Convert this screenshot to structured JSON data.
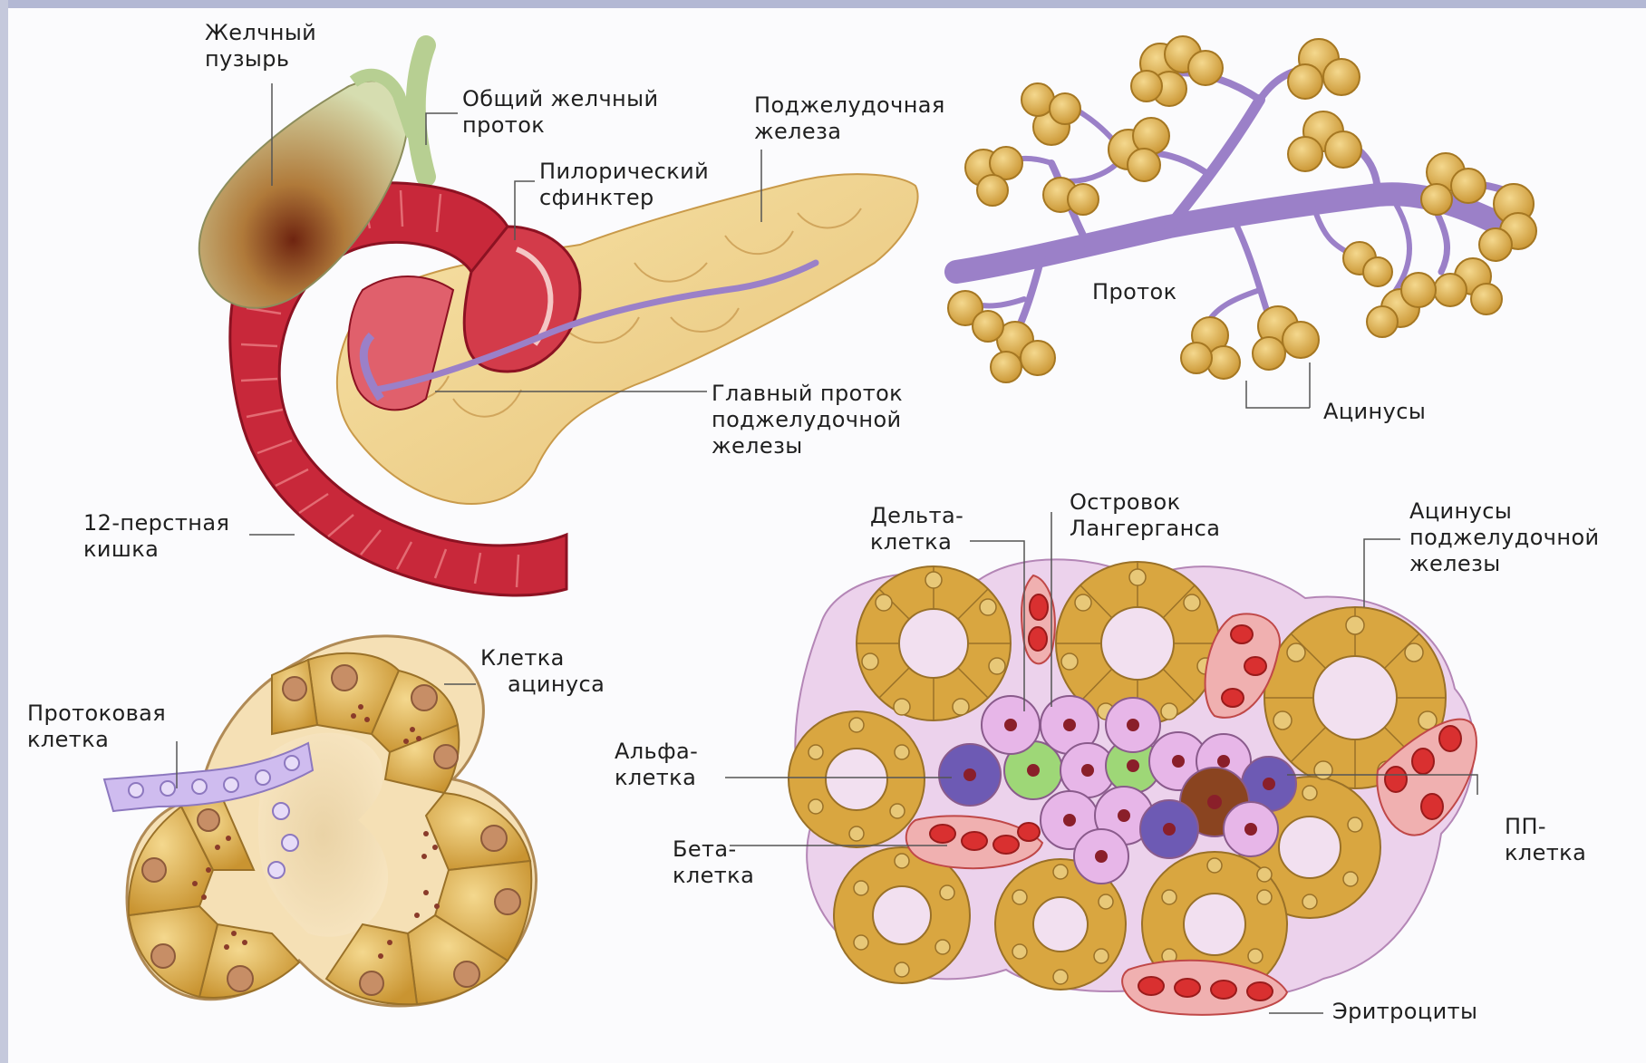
{
  "labels": {
    "gallbladder": [
      "Желчный",
      "пузырь"
    ],
    "common_bile_duct": [
      "Общий желчный",
      "проток"
    ],
    "pancreas": [
      "Поджелудочная",
      "железа"
    ],
    "pyloric_sphincter": [
      "Пилорический",
      "сфинктер"
    ],
    "main_pancreatic_duct": [
      "Главный проток",
      "поджелудочной",
      "железы"
    ],
    "duodenum": [
      "12-перстная",
      "кишка"
    ],
    "duct": "Проток",
    "acini": "Ацинусы",
    "acinar_cell": [
      "Клетка",
      "ацинуса"
    ],
    "duct_cell": [
      "Протоковая",
      "клетка"
    ],
    "delta_cell": [
      "Дельта-",
      "клетка"
    ],
    "islet": [
      "Островок",
      "Лангерганса"
    ],
    "pancreatic_acini": [
      "Ацинусы",
      "поджелудочной",
      "железы"
    ],
    "alpha_cell": [
      "Альфа-",
      "клетка"
    ],
    "beta_cell": [
      "Бета-",
      "клетка"
    ],
    "pp_cell": [
      "ПП-",
      "клетка"
    ],
    "erythrocytes": "Эритроциты"
  },
  "colors": {
    "duodenum_red": "#c8283a",
    "gallbladder_green": "#c9d5a0",
    "pancreas_tan": "#f0d48c",
    "duct_purple": "#9b80c8",
    "acinus_gold": "#d9a640",
    "tissue_pink": "#ecd2ec",
    "alpha_purple": "#6d5ab4",
    "delta_green": "#9ed777",
    "pp_brown": "#8a4420",
    "erythrocyte_red": "#d93030"
  }
}
